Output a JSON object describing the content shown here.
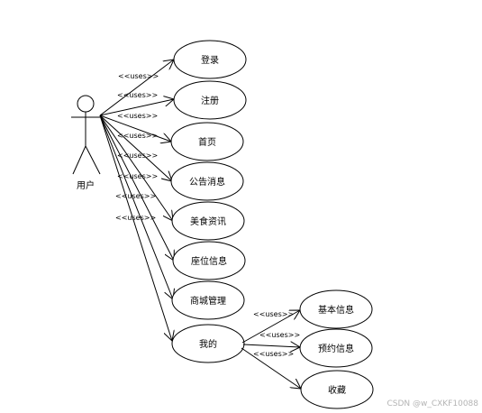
{
  "actor": {
    "label": "用户"
  },
  "relation_label": "<<uses>>",
  "use_cases": [
    {
      "id": "login",
      "label": "登录"
    },
    {
      "id": "register",
      "label": "注册"
    },
    {
      "id": "home",
      "label": "首页"
    },
    {
      "id": "notice",
      "label": "公告消息"
    },
    {
      "id": "food-info",
      "label": "美食资讯"
    },
    {
      "id": "seat-info",
      "label": "座位信息"
    },
    {
      "id": "mall",
      "label": "商城管理"
    },
    {
      "id": "mine",
      "label": "我的"
    }
  ],
  "sub_use_cases": [
    {
      "id": "basic-info",
      "label": "基本信息"
    },
    {
      "id": "booking-info",
      "label": "预约信息"
    },
    {
      "id": "favorites",
      "label": "收藏"
    }
  ],
  "watermark": "CSDN @w_CXKF10088"
}
